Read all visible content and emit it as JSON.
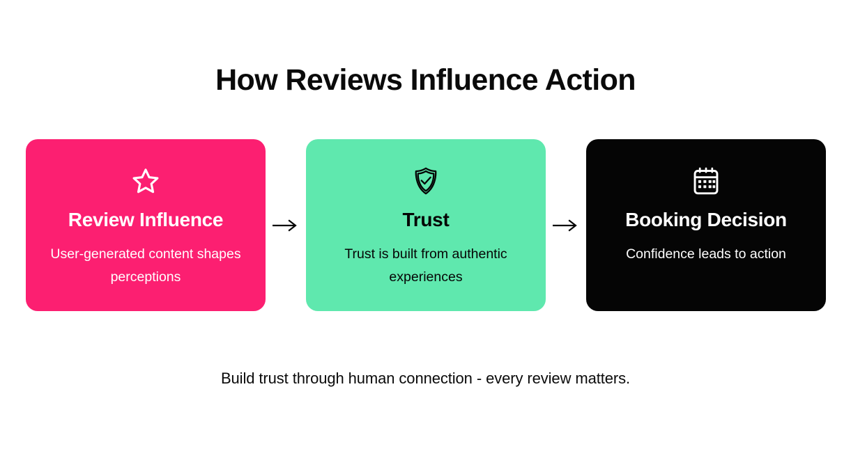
{
  "header": {
    "title": "How Reviews Influence Action"
  },
  "flow": {
    "steps": [
      {
        "icon": "star-icon",
        "title": "Review Influence",
        "description": "User-generated content shapes perceptions",
        "bg_color": "#FC1F71",
        "text_color": "#FFFFFF"
      },
      {
        "icon": "shield-check-icon",
        "title": "Trust",
        "description": "Trust is built from authentic experiences",
        "bg_color": "#5FE8AE",
        "text_color": "#050505"
      },
      {
        "icon": "calendar-icon",
        "title": "Booking Decision",
        "description": "Confidence leads to action",
        "bg_color": "#050505",
        "text_color": "#FFFFFF"
      }
    ],
    "connectors": [
      {
        "icon": "arrow-right-icon",
        "glyph": "→"
      },
      {
        "icon": "arrow-right-icon",
        "glyph": "→"
      }
    ]
  },
  "footer": {
    "note": "Build trust through human connection - every review matters."
  },
  "theme": {
    "background": "#FFFFFF",
    "accent_pink": "#FC1F71",
    "accent_mint": "#5FE8AE",
    "accent_black": "#050505"
  }
}
